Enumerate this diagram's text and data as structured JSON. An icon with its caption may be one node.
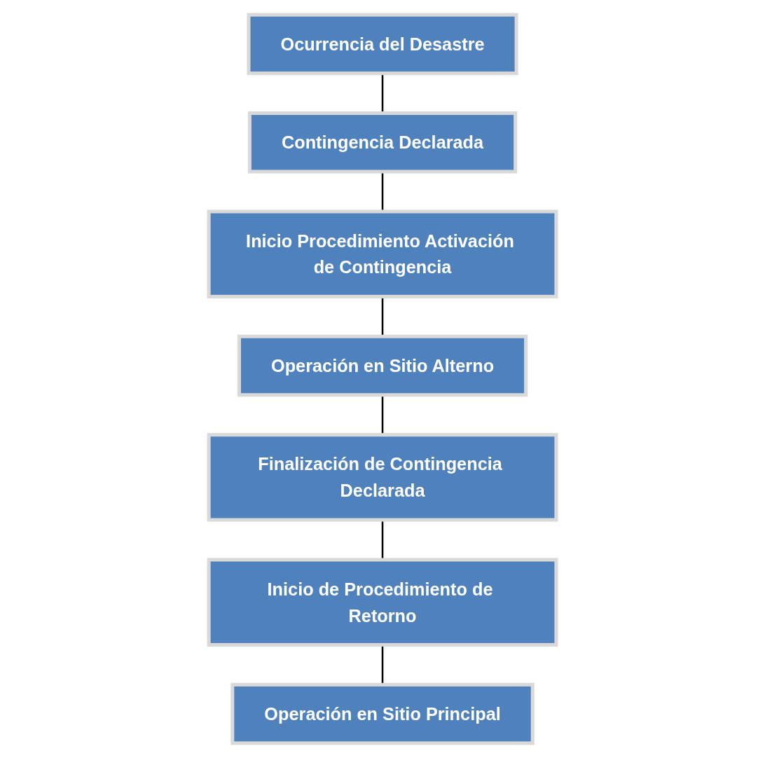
{
  "diagram": {
    "nodes": [
      {
        "text": [
          "Ocurrencia del Desastre"
        ]
      },
      {
        "text": [
          "Contingencia Declarada"
        ]
      },
      {
        "text": [
          "Inicio Procedimiento Activación de Contingencia"
        ]
      },
      {
        "text": [
          "Operación en Sitio Alterno"
        ]
      },
      {
        "text": [
          "Finalización de Contingencia Declarada"
        ]
      },
      {
        "text": [
          "Inicio de Procedimiento de Retorno"
        ]
      },
      {
        "text": [
          "Operación en Sitio Principal"
        ]
      }
    ],
    "edges": [
      {
        "from": 0,
        "to": 1,
        "arrow": "none"
      },
      {
        "from": 1,
        "to": 2,
        "arrow": "none"
      },
      {
        "from": 2,
        "to": 3,
        "arrow": "none"
      },
      {
        "from": 3,
        "to": 4,
        "arrow": "none"
      },
      {
        "from": 4,
        "to": 5,
        "arrow": "none"
      },
      {
        "from": 5,
        "to": 6,
        "arrow": "none"
      }
    ]
  }
}
